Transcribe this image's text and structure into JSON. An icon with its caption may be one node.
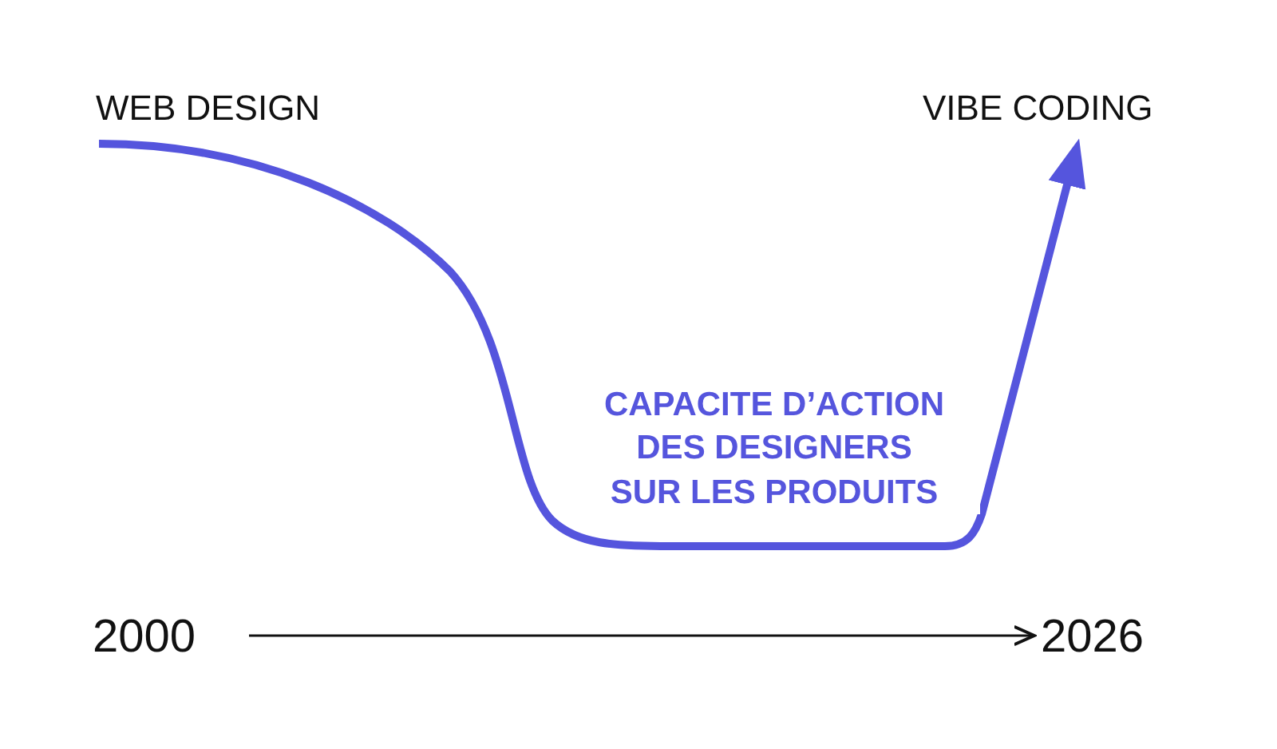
{
  "diagram": {
    "nodes": [
      {
        "text": [
          "WEB DESIGN"
        ]
      },
      {
        "text": [
          "VIBE CODING"
        ]
      },
      {
        "text": [
          "2000"
        ]
      },
      {
        "text": [
          "2026"
        ]
      }
    ],
    "edges": [
      {
        "from": 0,
        "to": 1,
        "arrow": "to",
        "label": "CAPACITE D’ACTION DES DESIGNERS SUR LES PRODUITS",
        "style": "thick",
        "color": "#5555dd"
      },
      {
        "from": 2,
        "to": 3,
        "arrow": "to",
        "color": "#111111"
      }
    ]
  }
}
